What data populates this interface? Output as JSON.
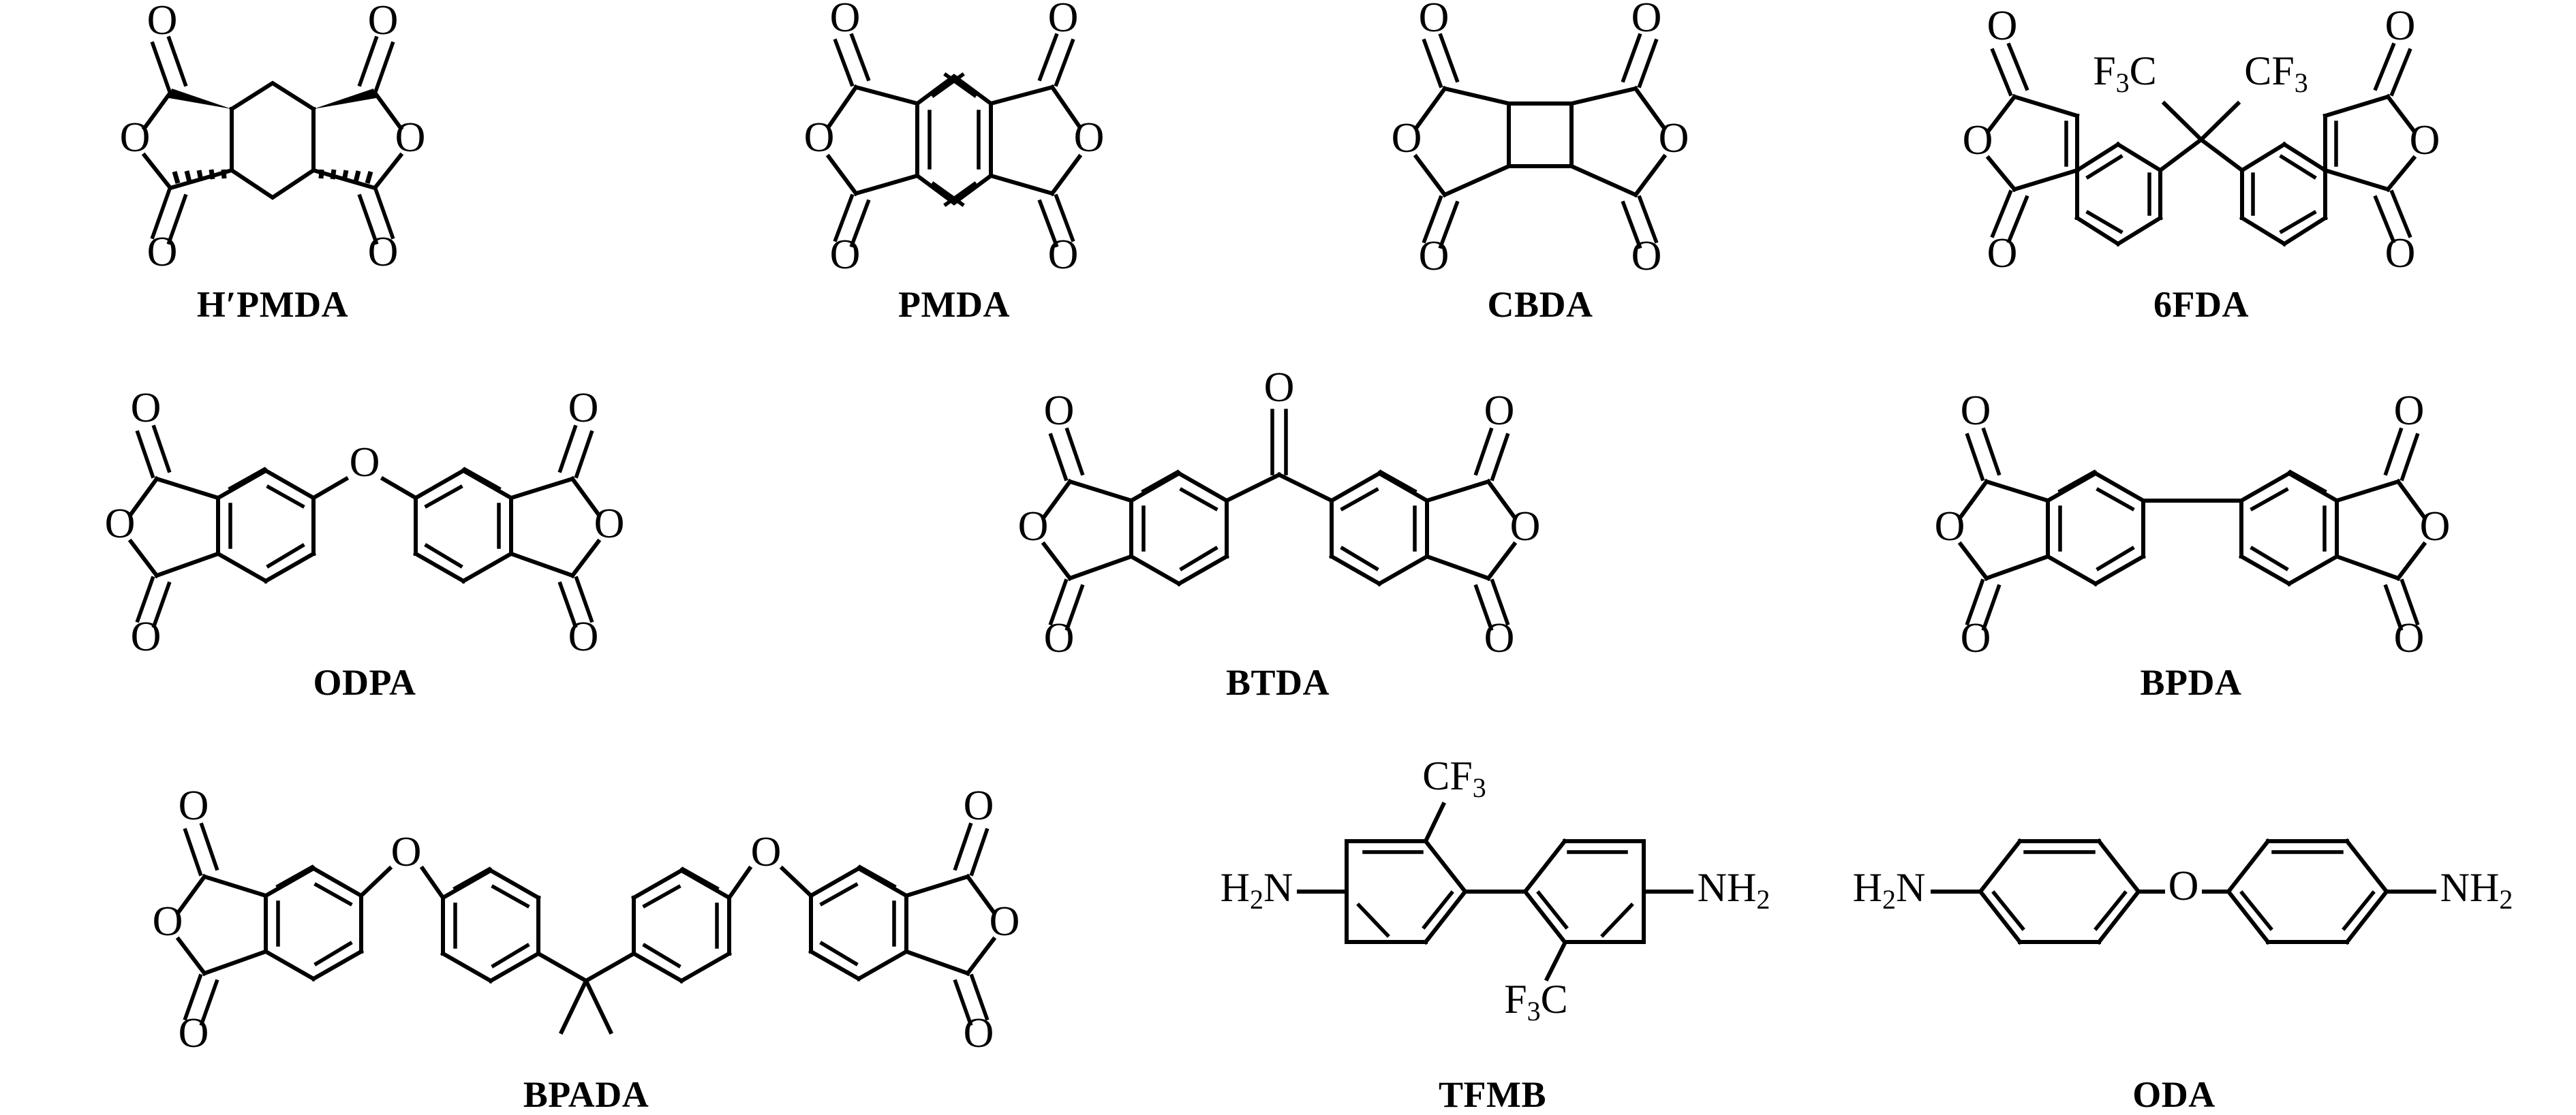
{
  "figure": {
    "kind": "chemical-structure-panel",
    "background_color": "#ffffff",
    "line_color": "#000000",
    "rows": 3,
    "columns": 4
  },
  "molecules": [
    {
      "id": "hpmda",
      "label": "H′PMDA",
      "row": 1,
      "col": 1,
      "core": "cyclohexane-bis-anhydride",
      "stereo": "wedge-and-hash",
      "atom_labels": [
        "O",
        "O",
        "O",
        "O",
        "O",
        "O"
      ],
      "carbonyl_oxygens": 4,
      "ring_oxygens": 2
    },
    {
      "id": "pmda",
      "label": "PMDA",
      "row": 1,
      "col": 2,
      "core": "benzene-bis-anhydride",
      "atom_labels": [
        "O",
        "O",
        "O",
        "O",
        "O",
        "O"
      ],
      "carbonyl_oxygens": 4,
      "ring_oxygens": 2
    },
    {
      "id": "cbda",
      "label": "CBDA",
      "row": 1,
      "col": 3,
      "core": "cyclobutane-bis-anhydride",
      "atom_labels": [
        "O",
        "O",
        "O",
        "O",
        "O",
        "O"
      ],
      "carbonyl_oxygens": 4,
      "ring_oxygens": 2
    },
    {
      "id": "6fda",
      "label": "6FDA",
      "row": 1,
      "col": 4,
      "core": "hexafluoroisopropylidene-diphthalic-anhydride",
      "atom_labels": [
        "O",
        "O",
        "O",
        "O",
        "O",
        "O",
        "F₃C",
        "CF₃"
      ],
      "substituent_left": "F3C",
      "substituent_right": "CF3",
      "carbonyl_oxygens": 4,
      "ring_oxygens": 2
    },
    {
      "id": "odpa",
      "label": "ODPA",
      "row": 2,
      "col": 1,
      "core": "oxydiphthalic-anhydride",
      "bridge": "O",
      "atom_labels": [
        "O",
        "O",
        "O",
        "O",
        "O",
        "O",
        "O"
      ],
      "carbonyl_oxygens": 4,
      "ring_oxygens": 2,
      "bridge_oxygens": 1
    },
    {
      "id": "btda",
      "label": "BTDA",
      "row": 2,
      "col": 2,
      "core": "benzophenone-tetracarboxylic-dianhydride",
      "bridge": "C=O",
      "atom_labels": [
        "O",
        "O",
        "O",
        "O",
        "O",
        "O",
        "O"
      ],
      "carbonyl_oxygens": 5,
      "ring_oxygens": 2
    },
    {
      "id": "bpda",
      "label": "BPDA",
      "row": 2,
      "col": 3,
      "core": "biphenyl-tetracarboxylic-dianhydride",
      "bridge": "single-bond",
      "atom_labels": [
        "O",
        "O",
        "O",
        "O",
        "O",
        "O"
      ],
      "carbonyl_oxygens": 4,
      "ring_oxygens": 2
    },
    {
      "id": "bpada",
      "label": "BPADA",
      "row": 3,
      "col": 1,
      "core": "bisphenol-A-dianhydride",
      "bridge": "isopropylidene",
      "atom_labels": [
        "O",
        "O",
        "O",
        "O",
        "O",
        "O",
        "O",
        "O"
      ],
      "carbonyl_oxygens": 4,
      "ring_oxygens": 2,
      "ether_oxygens": 2
    },
    {
      "id": "tfmb",
      "label": "TFMB",
      "row": 3,
      "col": 2,
      "core": "2,2'-bis(trifluoromethyl)benzidine",
      "atom_labels": [
        "H₂N",
        "NH₂",
        "CF₃",
        "F₃C"
      ],
      "amine_left": "H2N",
      "amine_right": "NH2",
      "substituent_top": "CF3",
      "substituent_bottom": "F3C"
    },
    {
      "id": "oda",
      "label": "ODA",
      "row": 3,
      "col": 3,
      "core": "4,4'-oxydianiline",
      "bridge": "O",
      "atom_labels": [
        "H₂N",
        "O",
        "NH₂"
      ],
      "amine_left": "H2N",
      "amine_right": "NH2"
    }
  ],
  "glyphs": {
    "oxygen": "O",
    "nitrogen": "N",
    "hydrogen": "H",
    "carbon": "C",
    "fluorine": "F",
    "sub_two": "2",
    "sub_three": "3"
  }
}
